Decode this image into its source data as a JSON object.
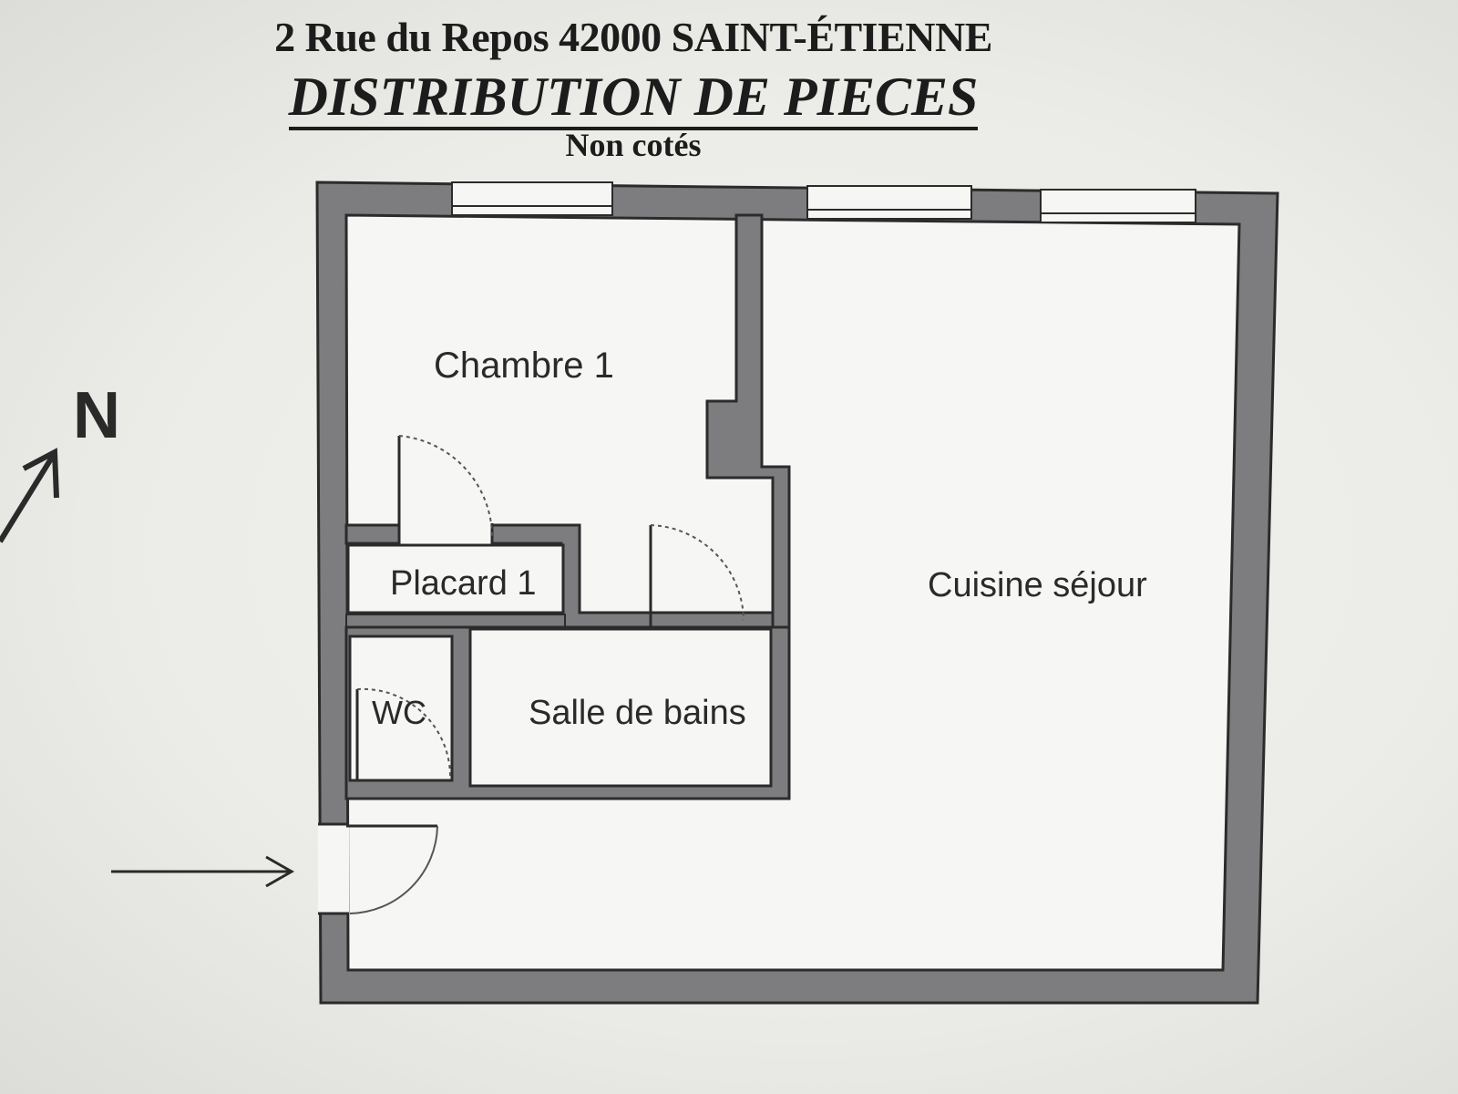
{
  "header": {
    "address": "2 Rue du Repos 42000 SAINT-ÉTIENNE",
    "title": "DISTRIBUTION DE PIECES",
    "subtitle": "Non cotés"
  },
  "compass": {
    "label": "N"
  },
  "rooms": {
    "chambre": "Chambre 1",
    "placard": "Placard 1",
    "wc": "WC",
    "salle_de_bains": "Salle de bains",
    "cuisine_sejour": "Cuisine séjour"
  },
  "colors": {
    "wall": "#7d7d7f",
    "wall_edge": "#2b2b2b",
    "floor": "#f6f6f4",
    "text": "#2a2a2a"
  }
}
